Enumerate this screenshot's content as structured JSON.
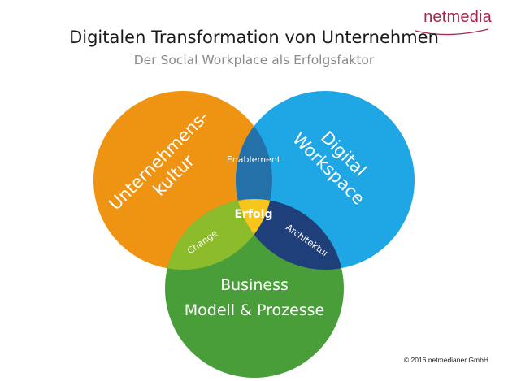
{
  "brand": {
    "name": "netmedia",
    "color": "#a32a4c"
  },
  "header": {
    "title": "Digitalen Transformation von Unternehmen",
    "subtitle": "Der Social Workplace als Erfolgsfaktor"
  },
  "venn": {
    "circles": {
      "culture": {
        "label_line1": "Unternehmens-",
        "label_line2": "kultur",
        "color": "#ef9412"
      },
      "workspace": {
        "label_line1": "Digital",
        "label_line2": "Workspace",
        "color": "#1fa6e4"
      },
      "business": {
        "label_line1": "Business",
        "label_line2": "Modell & Prozesse",
        "color": "#4a9e3a"
      }
    },
    "overlaps": {
      "enablement": {
        "label": "Enablement",
        "color": "#2371a8"
      },
      "change": {
        "label": "Change",
        "color": "#8cbc2c"
      },
      "architektur": {
        "label": "Architektur",
        "color": "#1f3f7a"
      },
      "erfolg": {
        "label": "Erfolg",
        "color": "#f8c51c"
      }
    }
  },
  "footer": {
    "copyright": "© 2016 netmedianer GmbH"
  }
}
